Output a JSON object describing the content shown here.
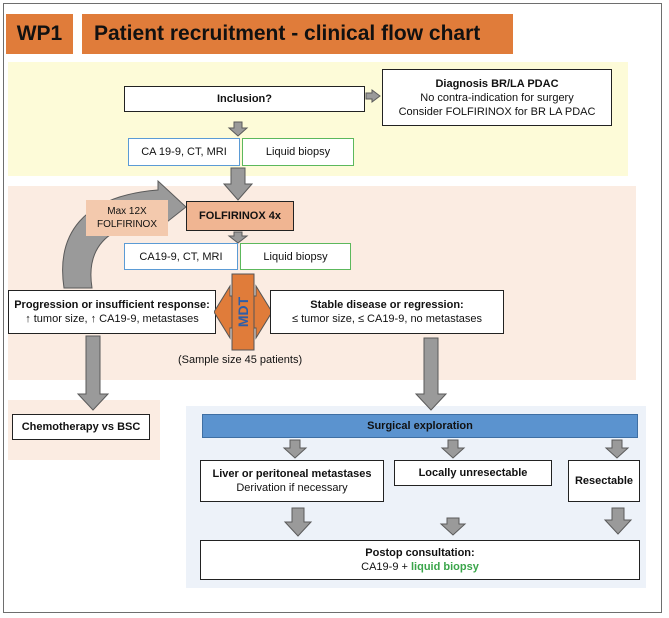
{
  "header": {
    "code": "WP1",
    "title": "Patient recruitment - clinical flow chart"
  },
  "diagnosis": {
    "line1": "Diagnosis BR/LA PDAC",
    "line2": "No contra-indication for surgery",
    "line3": "Consider FOLFIRINOX for BR LA PDAC"
  },
  "inclusion": "Inclusion?",
  "tests1": {
    "imaging": "CA 19-9, CT, MRI",
    "biopsy": "Liquid biopsy"
  },
  "folfirinox": "FOLFIRINOX 4x",
  "max": {
    "line1": "Max 12X",
    "line2": "FOLFIRINOX"
  },
  "tests2": {
    "imaging": "CA19-9, CT, MRI",
    "biopsy": "Liquid biopsy"
  },
  "progression": {
    "title": "Progression or insufficient response:",
    "detail": "↑ tumor size, ↑ CA19-9, metastases"
  },
  "mdt": "MDT",
  "stable": {
    "title": "Stable disease or regression:",
    "detail": "≤ tumor size, ≤ CA19-9, no metastases"
  },
  "sample": "(Sample size 45 patients)",
  "chemo": "Chemotherapy vs BSC",
  "surgical": "Surgical exploration",
  "liver": {
    "title": "Liver or peritoneal metastases",
    "detail": "Derivation if necessary"
  },
  "unresectable": "Locally unresectable",
  "resectable": "Resectable",
  "postop": {
    "title": "Postop consultation:",
    "prefix": "CA19-9 + ",
    "highlight": "liquid biopsy"
  },
  "colors": {
    "header": "#e07c3a",
    "yellow_panel": "#fdfbd8",
    "peach_panel": "#fbece2",
    "orange": "#e07c3a",
    "max_box": "#f3c9ad",
    "blue_border": "#5b9bd5",
    "green_border": "#5cb85c",
    "surgical_blue": "#5b93cf",
    "arrow_gray": "#9a9a9a",
    "mdt_text": "#2e5ea8",
    "biopsy_green": "#3aa54a"
  }
}
